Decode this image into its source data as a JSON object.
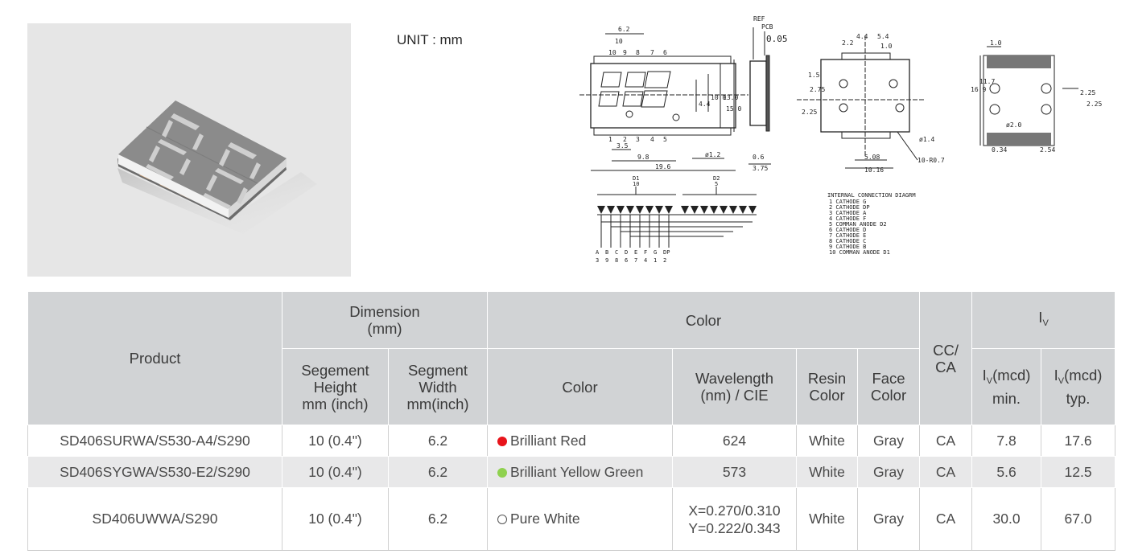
{
  "unit_label": "UNIT : mm",
  "drawing_labels": {
    "ref": "REF",
    "pcb": "PCB",
    "thickness": "0.05",
    "dims_front": [
      "6.2",
      "10",
      "10",
      "9",
      "8",
      "7",
      "6",
      "1",
      "2",
      "3",
      "4",
      "5",
      "3.5",
      "9.8",
      "19.6",
      "10.0",
      "13.0",
      "15.0",
      "4.4",
      "ø1.2"
    ],
    "dims_side": [
      "0.6",
      "3.75"
    ],
    "dims_bottom": [
      "4.4",
      "5.4",
      "2.2",
      "1.0",
      "1.5",
      "2.25",
      "2.75",
      "5.08",
      "10.16",
      "ø1.4",
      "10-R0.7"
    ],
    "dims_pad": [
      "1.0",
      "16.9",
      "11.7",
      "2.25",
      "2.25",
      "ø2.0",
      "0.34",
      "2.54"
    ],
    "circuit_top": [
      "D1",
      "10",
      "D2",
      "5"
    ],
    "circuit_letters": [
      "A",
      "B",
      "C",
      "D",
      "E",
      "F",
      "G",
      "DP"
    ],
    "circuit_pins": [
      "3",
      "9",
      "8",
      "6",
      "7",
      "4",
      "1",
      "2"
    ],
    "connection_title": "INTERNAL CONNECTION DIAGRM",
    "connection_lines": [
      "1 CATHODE G",
      "2 CATHODE DP",
      "3 CATHODE A",
      "4 CATHODE F",
      "5 COMMAN ANODE D2",
      "6 CATHODE D",
      "7 CATHODE E",
      "8 CATHODE C",
      "9 CATHODE B",
      "10 COMMAN ANODE D1"
    ]
  },
  "table": {
    "headers": {
      "product": "Product",
      "dimension": "Dimension\n(mm)",
      "color_group": "Color",
      "cc_ca": "CC/\nCA",
      "iv_group": "I",
      "iv_sub": "V",
      "seg_height": "Segement\nHeight\nmm (inch)",
      "seg_width": "Segment\nWidth\nmm(inch)",
      "color": "Color",
      "wavelength": "Wavelength\n(nm) / CIE",
      "resin": "Resin\nColor",
      "face": "Face\nColor",
      "iv_min_pre": "I",
      "iv_min_sub": "V",
      "iv_min_post": "(mcd)\nmin.",
      "iv_typ_pre": "I",
      "iv_typ_sub": "V",
      "iv_typ_post": "(mcd)\ntyp."
    },
    "rows": [
      {
        "product": "SD406SURWA/S530-A4/S290",
        "height": "10 (0.4\")",
        "width": "6.2",
        "color": "Brilliant Red",
        "dot": "#e8141b",
        "wavelength": "624",
        "resin": "White",
        "face": "Gray",
        "cc": "CA",
        "iv_min": "7.8",
        "iv_typ": "17.6"
      },
      {
        "product": "SD406SYGWA/S530-E2/S290",
        "height": "10 (0.4\")",
        "width": "6.2",
        "color": "Brilliant Yellow Green",
        "dot": "#8fd14f",
        "wavelength": "573",
        "resin": "White",
        "face": "Gray",
        "cc": "CA",
        "iv_min": "5.6",
        "iv_typ": "12.5"
      },
      {
        "product": "SD406UWWA/S290",
        "height": "10 (0.4\")",
        "width": "6.2",
        "color": "Pure White",
        "dot": "#ffffff",
        "wavelength": "X=0.270/0.310\nY=0.222/0.343",
        "resin": "White",
        "face": "Gray",
        "cc": "CA",
        "iv_min": "30.0",
        "iv_typ": "67.0"
      }
    ]
  }
}
